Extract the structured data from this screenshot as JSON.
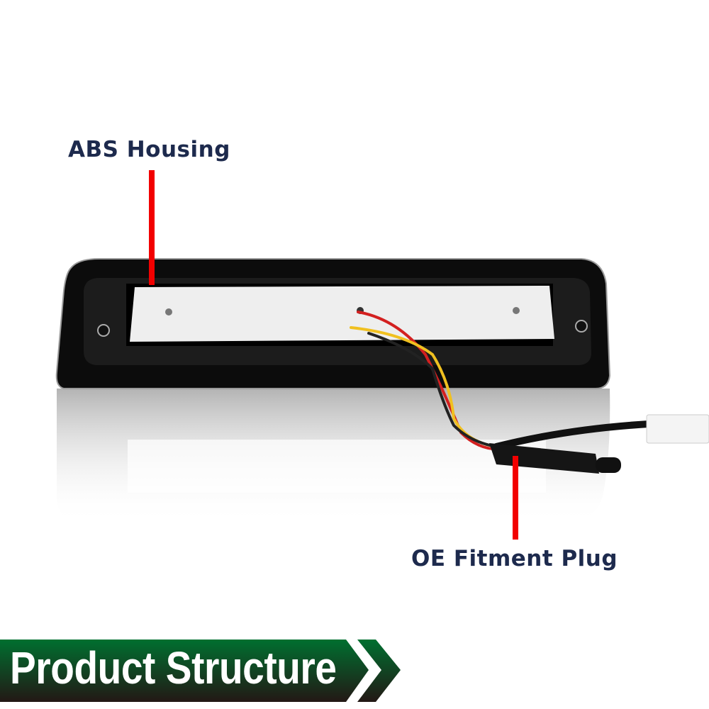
{
  "labels": {
    "housing": "ABS Housing",
    "plug": "OE Fitment Plug"
  },
  "banner": {
    "title": "Product Structure"
  },
  "colors": {
    "label_text": "#1d2a4d",
    "pointer": "#f20000",
    "banner_top": "#007030",
    "banner_bottom": "#231815"
  }
}
